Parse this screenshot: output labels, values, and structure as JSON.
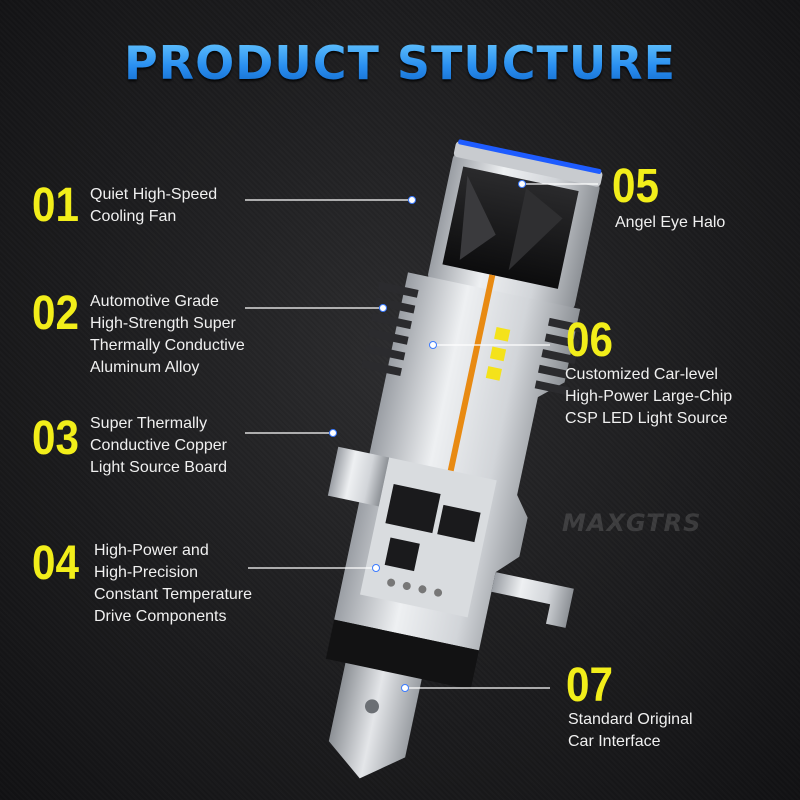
{
  "title": "PRODUCT STUCTURE",
  "watermark": "MAXGTRS",
  "callouts": [
    {
      "num": "01",
      "label": "Quiet High-Speed\nCooling Fan"
    },
    {
      "num": "02",
      "label": "Automotive Grade\nHigh-Strength Super\nThermally Conductive\nAluminum Alloy"
    },
    {
      "num": "03",
      "label": "Super Thermally\nConductive Copper\nLight Source Board"
    },
    {
      "num": "04",
      "label": "High-Power and\nHigh-Precision\nConstant Temperature\nDrive Components"
    },
    {
      "num": "05",
      "label": "Angel Eye Halo"
    },
    {
      "num": "06",
      "label": "Customized Car-level\nHigh-Power Large-Chip\nCSP LED Light Source"
    },
    {
      "num": "07",
      "label": "Standard Original\nCar Interface"
    }
  ],
  "colors": {
    "title": "#2a8ff0",
    "number": "#f2ee1a",
    "label": "#f0f0f0",
    "leader_line": "#ffffff",
    "halo": "#1e5cff",
    "copper": "#e88a12"
  }
}
